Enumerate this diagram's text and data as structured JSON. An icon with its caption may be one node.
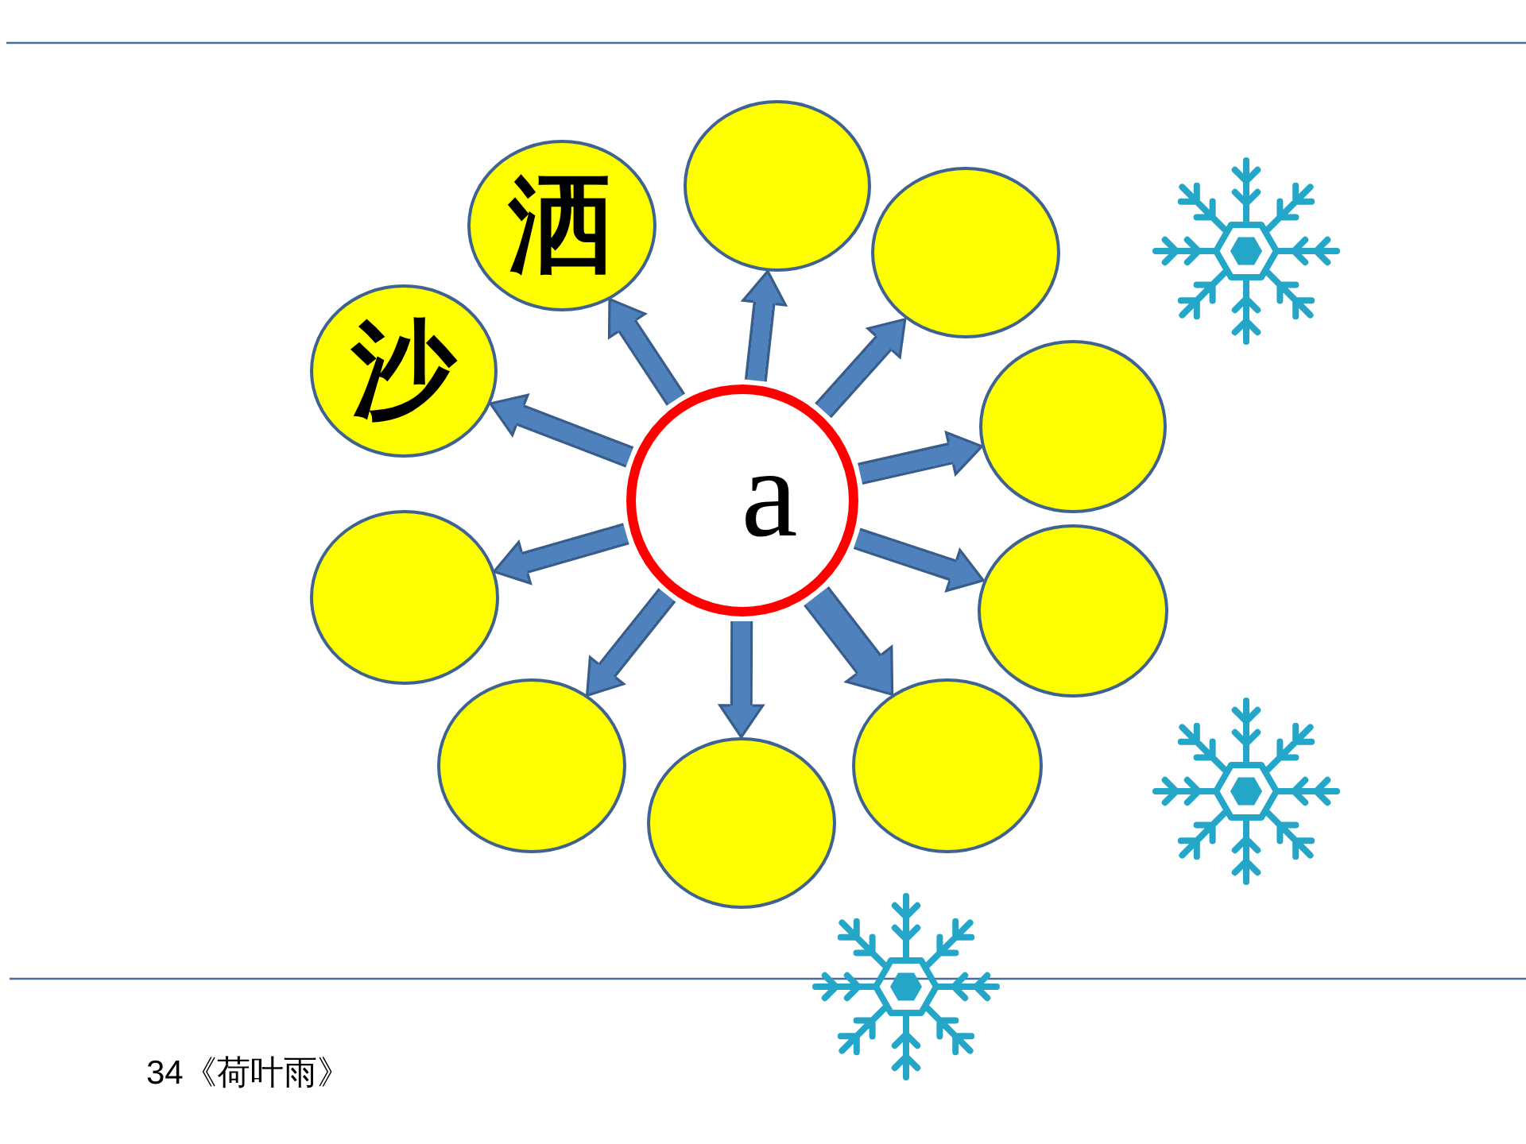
{
  "diagram": {
    "nodes": [
      {
        "text": [],
        "shape": "circle"
      },
      {
        "text": [
          "洒"
        ]
      },
      {
        "text": [],
        "shape": "circle"
      },
      {
        "text": [
          "沙"
        ]
      },
      {
        "text": [],
        "shape": "circle"
      },
      {
        "text": [
          "a"
        ]
      },
      {
        "text": [],
        "shape": "circle"
      },
      {
        "text": [],
        "shape": "circle"
      },
      {
        "text": [],
        "shape": "circle"
      },
      {
        "text": [],
        "shape": "circle"
      },
      {
        "text": [],
        "shape": "circle"
      }
    ],
    "edges": [
      {
        "from": 5,
        "to": 0,
        "arrow": "to"
      },
      {
        "from": 5,
        "to": 1,
        "arrow": "to"
      },
      {
        "from": 5,
        "to": 2,
        "arrow": "to"
      },
      {
        "from": 5,
        "to": 3,
        "arrow": "to"
      },
      {
        "from": 5,
        "to": 4,
        "arrow": "to"
      },
      {
        "from": 5,
        "to": 6,
        "arrow": "to"
      },
      {
        "from": 5,
        "to": 7,
        "arrow": "to"
      },
      {
        "from": 5,
        "to": 8,
        "arrow": "to"
      },
      {
        "from": 5,
        "to": 9,
        "arrow": "to",
        "style": "thick"
      },
      {
        "from": 5,
        "to": 10,
        "arrow": "to"
      }
    ],
    "labels": [
      "34《荷叶雨》"
    ]
  }
}
